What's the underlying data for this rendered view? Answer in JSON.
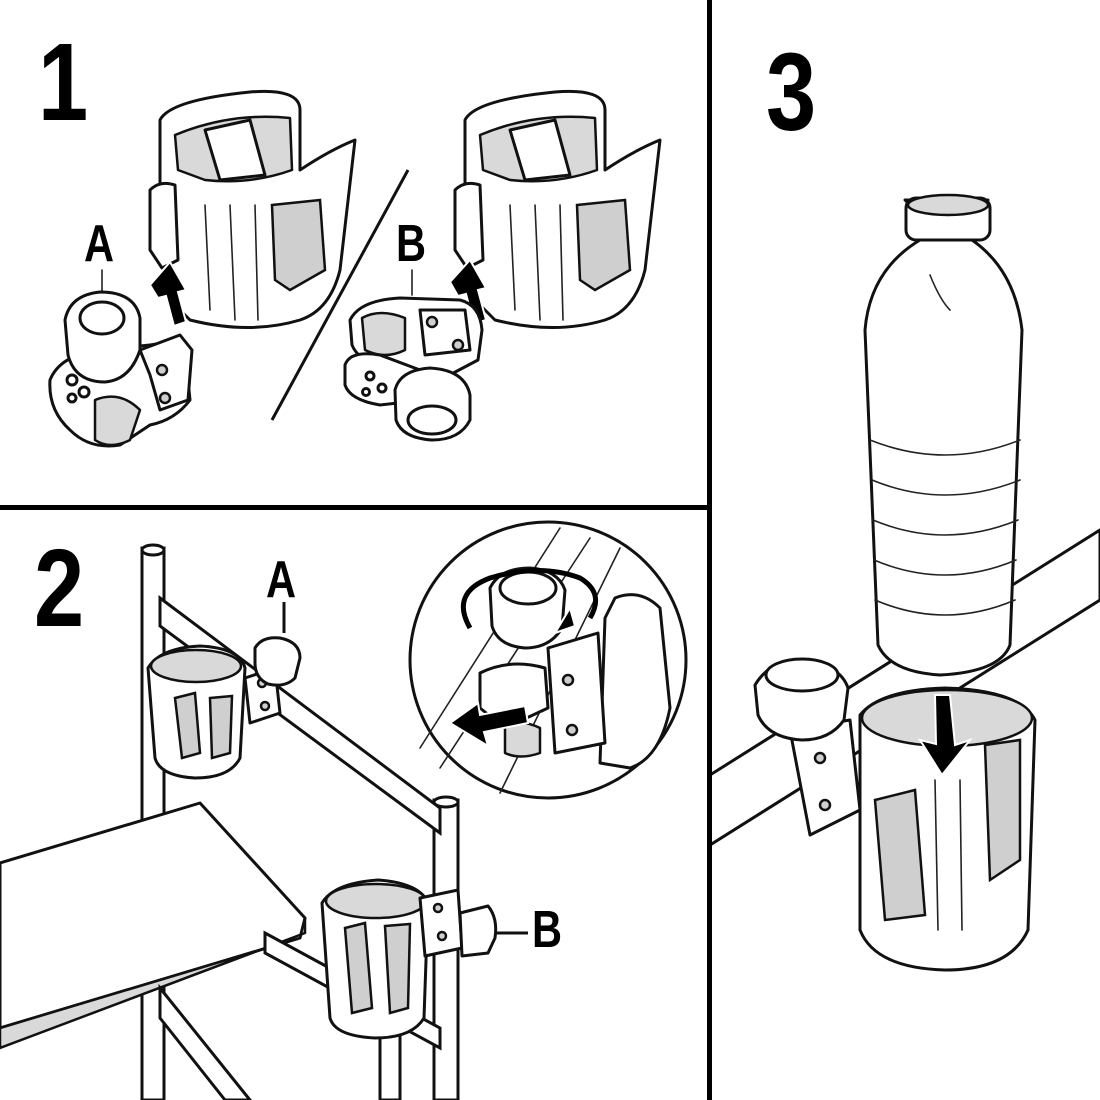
{
  "steps": [
    {
      "number": "1"
    },
    {
      "number": "2"
    },
    {
      "number": "3"
    }
  ],
  "labels": {
    "step1_a": "A",
    "step1_b": "B",
    "step2_a": "A",
    "step2_b": "B"
  },
  "colors": {
    "line": "#111111",
    "fill": "#ffffff",
    "shade": "#d9d9d9",
    "arrow": "#000000"
  }
}
